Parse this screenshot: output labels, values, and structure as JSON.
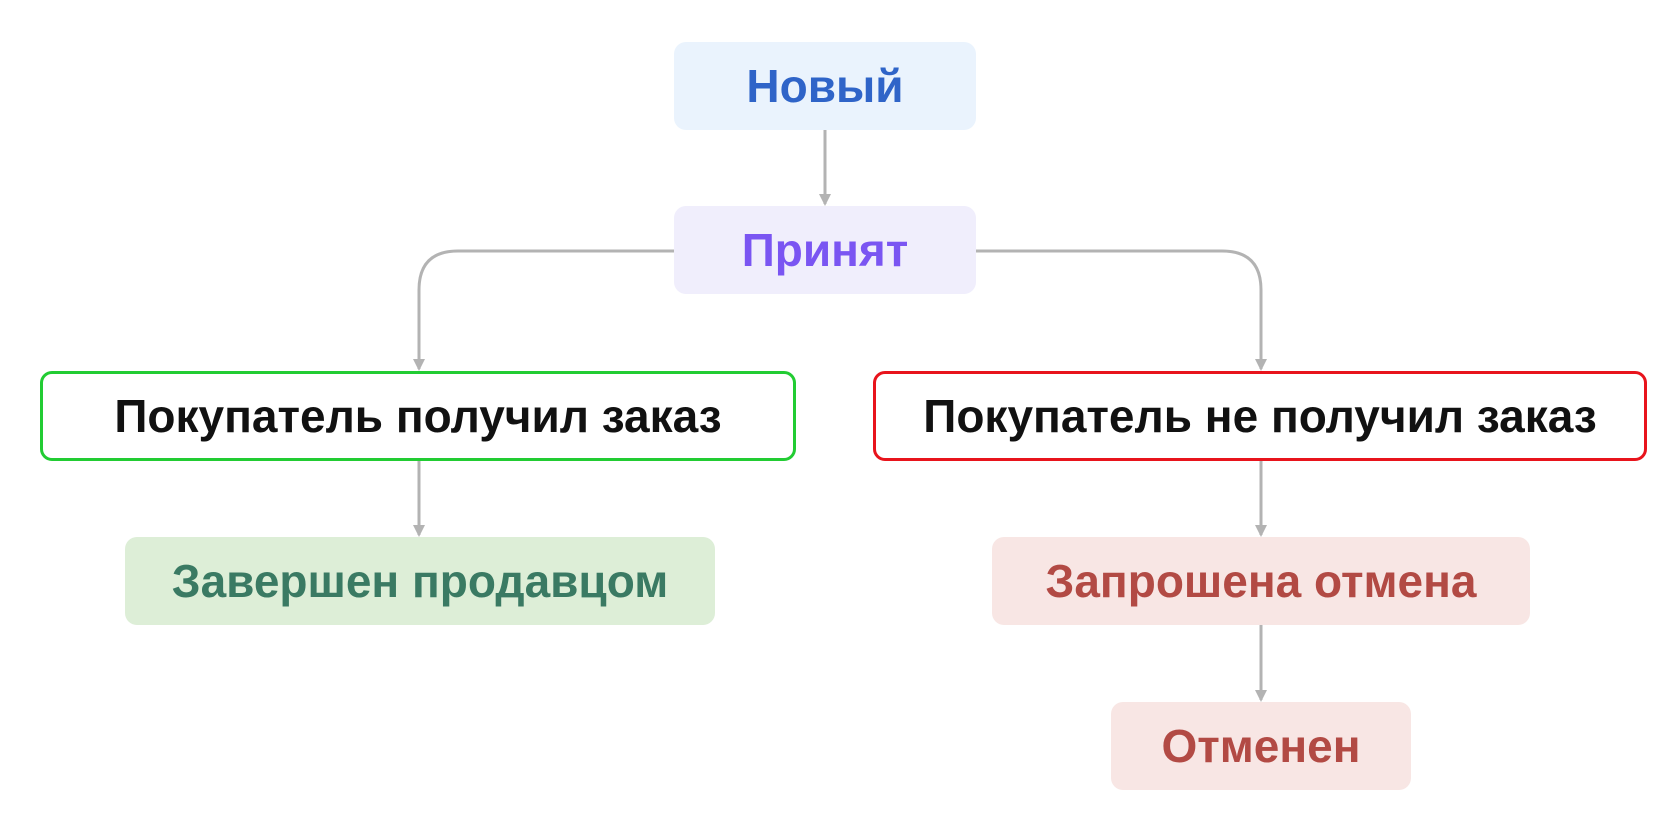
{
  "diagram": {
    "nodes": {
      "new": {
        "label": "Новый",
        "text_color": "#2f64c8",
        "fill_color": "#eaf3fd",
        "border_color": ""
      },
      "accepted": {
        "label": "Принят",
        "text_color": "#7a55f2",
        "fill_color": "#f0eefc",
        "border_color": ""
      },
      "received": {
        "label": "Покупатель получил заказ",
        "text_color": "#111111",
        "fill_color": "#ffffff",
        "border_color": "#22cc33"
      },
      "not_received": {
        "label": "Покупатель не получил заказ",
        "text_color": "#111111",
        "fill_color": "#ffffff",
        "border_color": "#e8141c"
      },
      "completed": {
        "label": "Завершен продавцом",
        "text_color": "#3a7a63",
        "fill_color": "#ddeed7",
        "border_color": ""
      },
      "cancel_requested": {
        "label": "Запрошена отмена",
        "text_color": "#b24a44",
        "fill_color": "#f8e6e4",
        "border_color": ""
      },
      "cancelled": {
        "label": "Отменен",
        "text_color": "#b24a44",
        "fill_color": "#f8e6e4",
        "border_color": ""
      }
    },
    "edges": [
      {
        "from": "new",
        "to": "accepted"
      },
      {
        "from": "accepted",
        "to": "received"
      },
      {
        "from": "accepted",
        "to": "not_received"
      },
      {
        "from": "received",
        "to": "completed"
      },
      {
        "from": "not_received",
        "to": "cancel_requested"
      },
      {
        "from": "cancel_requested",
        "to": "cancelled"
      }
    ],
    "edge_color": "#b3b3b3"
  }
}
